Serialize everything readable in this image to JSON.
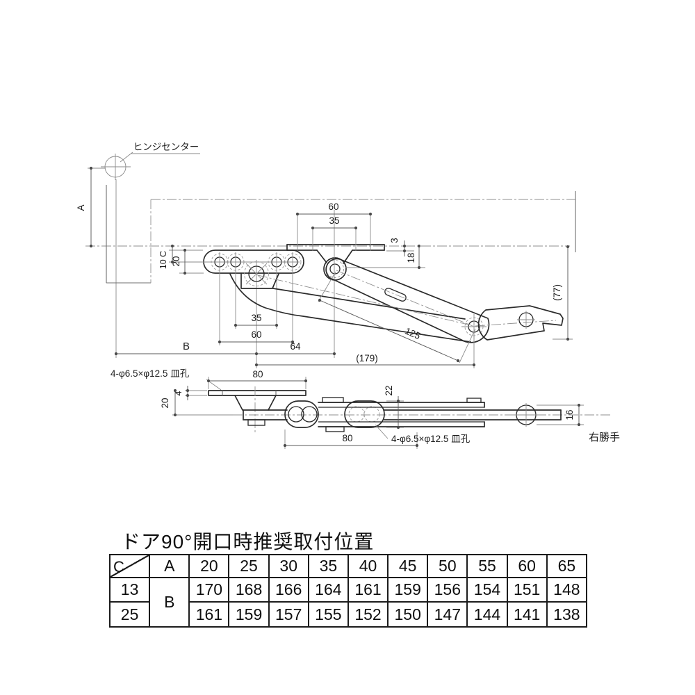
{
  "title": "ドア90°開口時推奨取付位置",
  "drawing": {
    "labels": {
      "hinge_center": "ヒンジセンター",
      "hole_note": "4-φ6.5×φ12.5 皿孔",
      "handing": "右勝手"
    },
    "top_view": {
      "dim_a": "A",
      "dim_top_60": "60",
      "dim_top_35": "35",
      "dim_3": "3",
      "dim_18": "18",
      "dim_10c": "10 C",
      "dim_20": "20",
      "dim_bottom_35": "35",
      "dim_bottom_60": "60",
      "dim_b": "B",
      "dim_64": "64",
      "dim_179": "(179)",
      "dim_125": "125",
      "dim_77": "(77)"
    },
    "side_view": {
      "dim_top_80": "80",
      "dim_4": "4",
      "dim_20": "20",
      "dim_22": "22",
      "dim_bottom_80": "80",
      "dim_16": "16"
    }
  },
  "table": {
    "corner_row_label": "C",
    "col_header": "A",
    "row_value_label": "B",
    "a_values": [
      "20",
      "25",
      "30",
      "35",
      "40",
      "45",
      "50",
      "55",
      "60",
      "65"
    ],
    "rows": [
      {
        "c": "13",
        "b": [
          "170",
          "168",
          "166",
          "164",
          "161",
          "159",
          "156",
          "154",
          "151",
          "148"
        ]
      },
      {
        "c": "25",
        "b": [
          "161",
          "159",
          "157",
          "155",
          "152",
          "150",
          "147",
          "144",
          "141",
          "138"
        ]
      }
    ]
  }
}
